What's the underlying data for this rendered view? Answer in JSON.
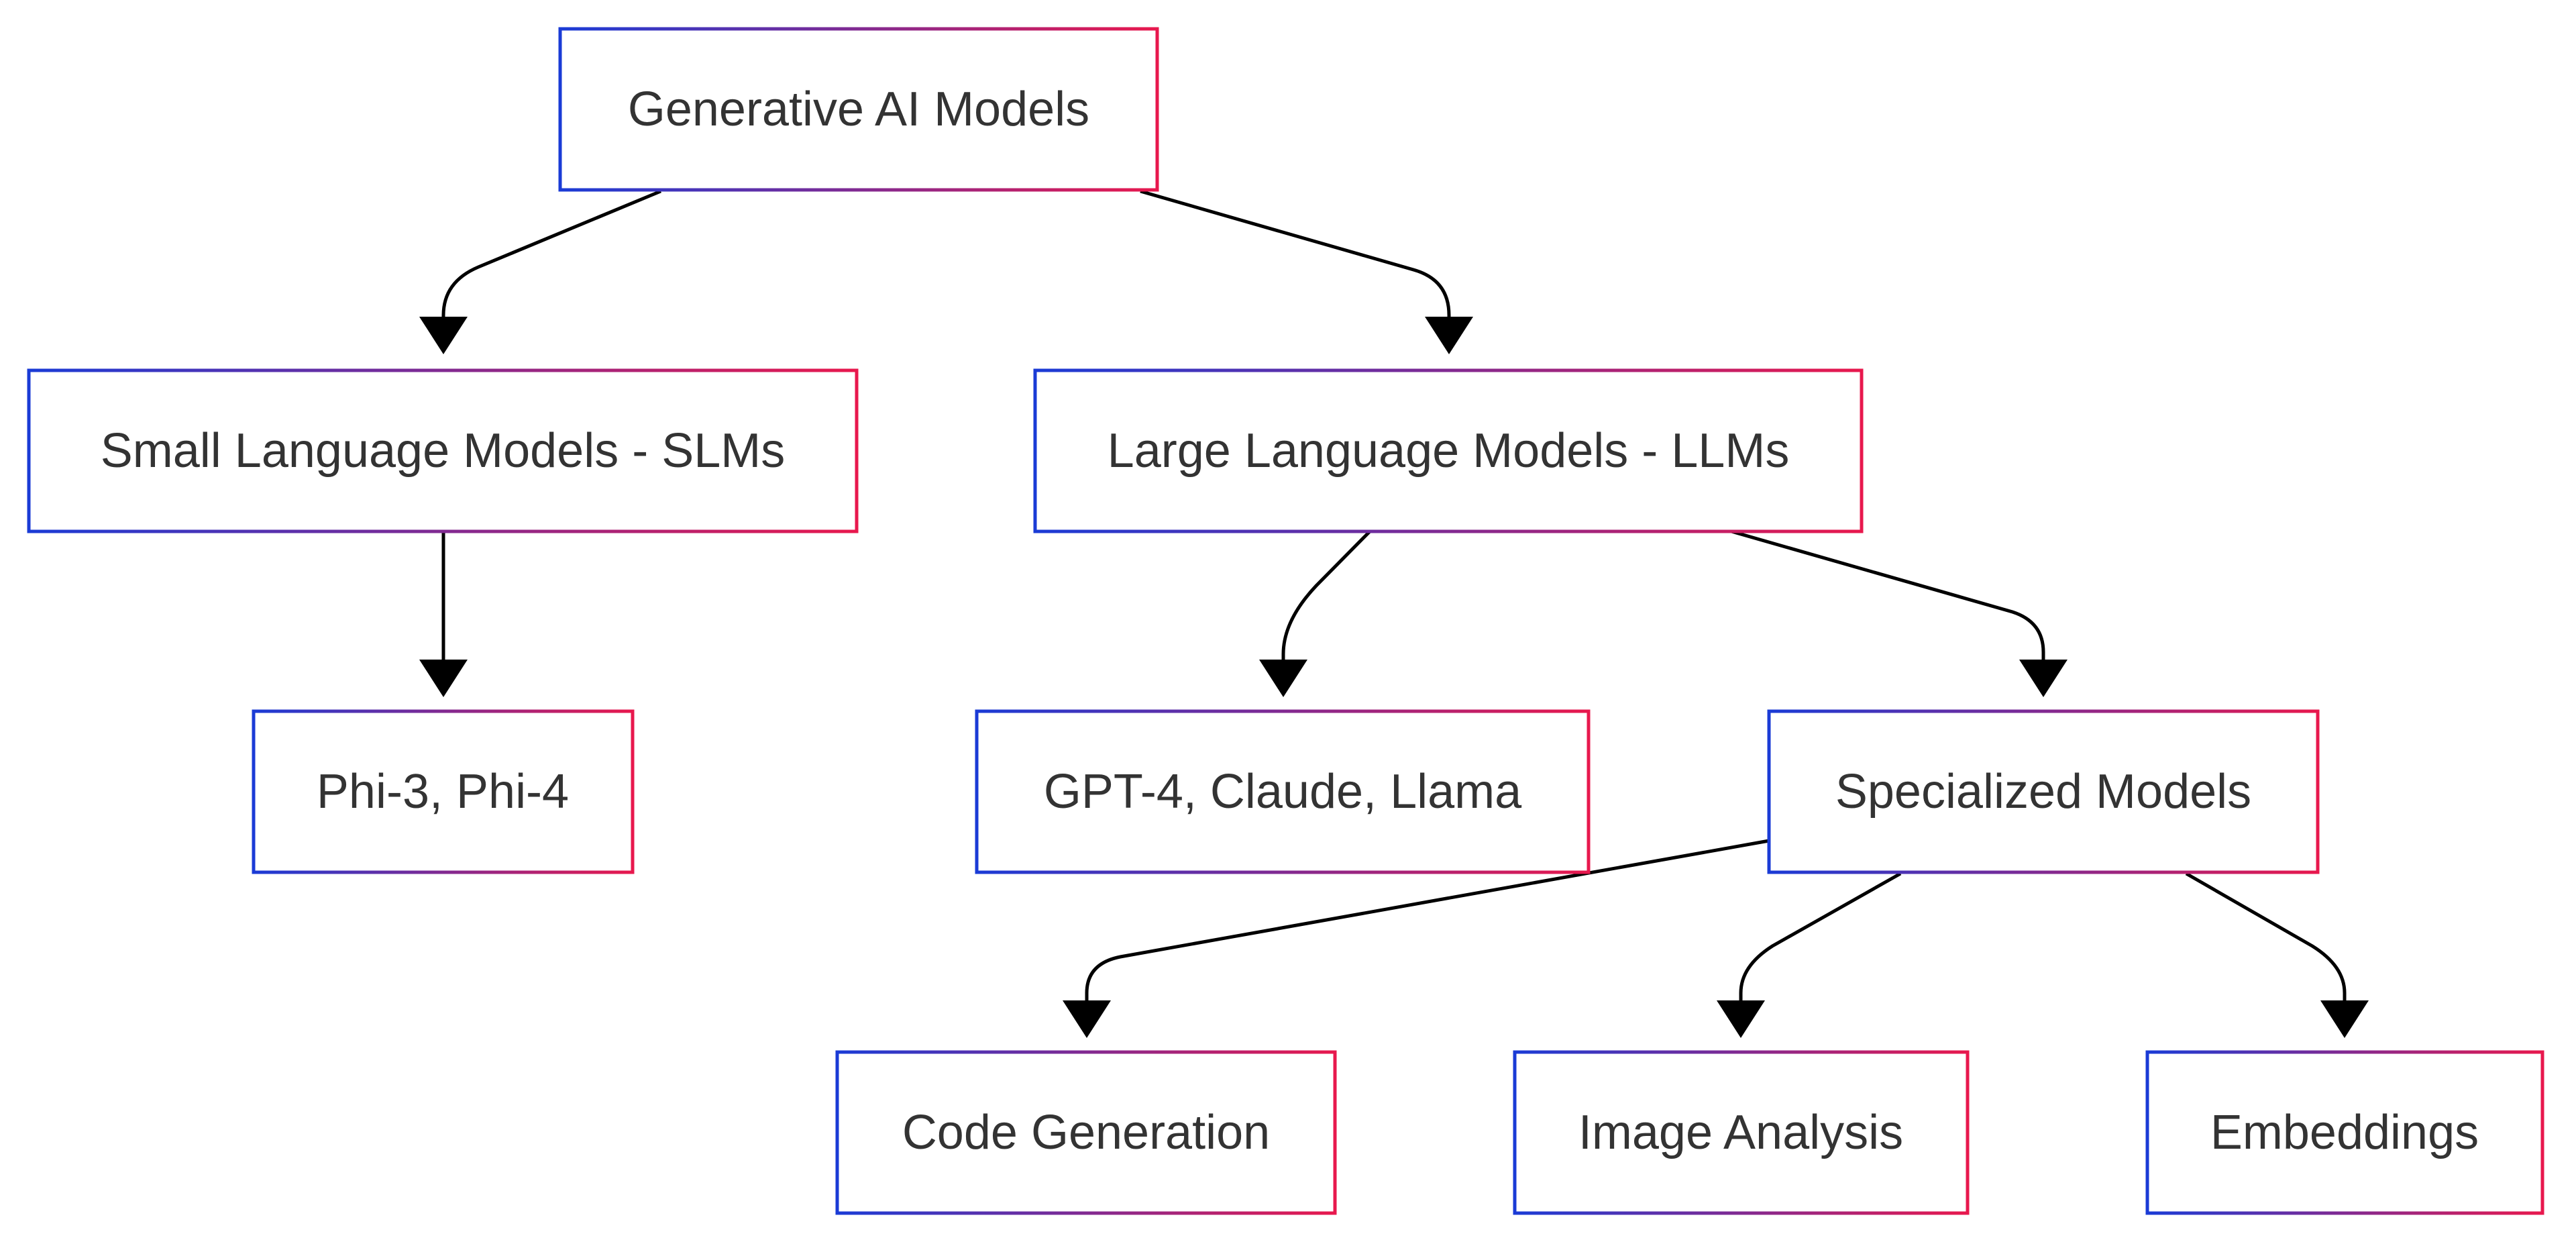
{
  "diagram": {
    "type": "flowchart-top-down",
    "colors": {
      "background": "#ffffff",
      "border_start": "#1a3bd6",
      "border_end": "#e8184d",
      "text": "#333333",
      "edge": "#000000"
    },
    "nodes": {
      "generative_ai_models": {
        "label": "Generative AI Models"
      },
      "slms": {
        "label": "Small Language Models - SLMs"
      },
      "llms": {
        "label": "Large Language Models - LLMs"
      },
      "phi": {
        "label": "Phi-3, Phi-4"
      },
      "gpt_claude_llama": {
        "label": "GPT-4, Claude, Llama"
      },
      "specialized": {
        "label": "Specialized Models"
      },
      "code_generation": {
        "label": "Code Generation"
      },
      "image_analysis": {
        "label": "Image Analysis"
      },
      "embeddings": {
        "label": "Embeddings"
      }
    },
    "edges": [
      {
        "from": "generative_ai_models",
        "to": "slms"
      },
      {
        "from": "generative_ai_models",
        "to": "llms"
      },
      {
        "from": "slms",
        "to": "phi"
      },
      {
        "from": "llms",
        "to": "gpt_claude_llama"
      },
      {
        "from": "llms",
        "to": "specialized"
      },
      {
        "from": "specialized",
        "to": "code_generation"
      },
      {
        "from": "specialized",
        "to": "image_analysis"
      },
      {
        "from": "specialized",
        "to": "embeddings"
      }
    ]
  }
}
